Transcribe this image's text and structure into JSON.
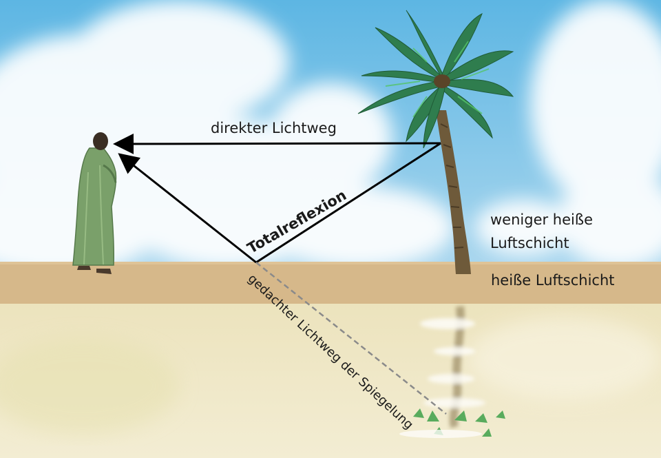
{
  "labels": {
    "direct_path": "direkter Lichtweg",
    "total_reflection": "Totalreflexion",
    "cooler_layer": "weniger heiße Luftschicht",
    "hot_layer": "heiße Luftschicht",
    "virtual_path": "gedachter Lichtweg der Spiegelung"
  },
  "colors": {
    "sky": "#6fbfe4",
    "cloud": "#ffffff",
    "hot_layer_band": "#d7b98a",
    "sand": "#eee6c0",
    "arrow": "#000000",
    "virtual_path": "#8a8a8a",
    "palm_leaves": "#2e7d4f",
    "robe": "#7fa56e"
  }
}
